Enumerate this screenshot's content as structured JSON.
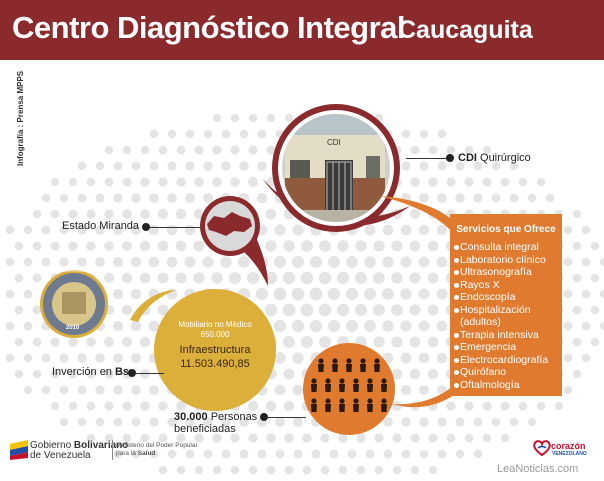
{
  "header": {
    "title": "Centro Diagnóstico Integral",
    "subtitle": "Caucaguita"
  },
  "credit": "Infografía : Prensa MPPS",
  "cdi": {
    "photo_sign": "CDI",
    "label_bold": "CDI",
    "label_rest": " Quirúrgico"
  },
  "state": {
    "label": "Estado Miranda"
  },
  "services": {
    "title": "Servicios que Ofrece",
    "items": [
      "Consulta integral",
      "Laboratorio clínico",
      "Ultrasonografía",
      "Rayos X",
      "Endoscopía",
      "Hospitalización",
      "(adultos)",
      "Terapia intensiva",
      "Emergencia",
      "Electrocardiografía",
      "Quirófano",
      "Oftalmología"
    ]
  },
  "investment": {
    "furniture_label": "Mobiliario no Médico",
    "furniture_value": "650.000",
    "infra_label": "Infraestructura",
    "infra_value": "11.503.490,85",
    "caption_text": "Inverción en ",
    "caption_bold": "Bs"
  },
  "seal": {
    "ring_text": "REPÚBLICA BOLIVARIANA DE VENEZUELA",
    "year": "2010"
  },
  "beneficiaries": {
    "count": "30.000",
    "rest_line1": " Personas",
    "line2": "beneficiadas"
  },
  "footer": {
    "gov_line1_a": "Gobierno ",
    "gov_line1_b": "Bolivariano",
    "gov_line2": "de Venezuela",
    "ministry_line1": "Ministerio del Poder Popular",
    "ministry_line2_a": "para la ",
    "ministry_line2_b": "Salud",
    "corazon": "corazón",
    "corazon_sub": "VENEZOLANO"
  },
  "watermark": "LeaNoticias.com",
  "colors": {
    "header": "#8a2a2c",
    "orange": "#e07a2f",
    "gold": "#dcae3a",
    "maroon": "#8a2a2c"
  }
}
